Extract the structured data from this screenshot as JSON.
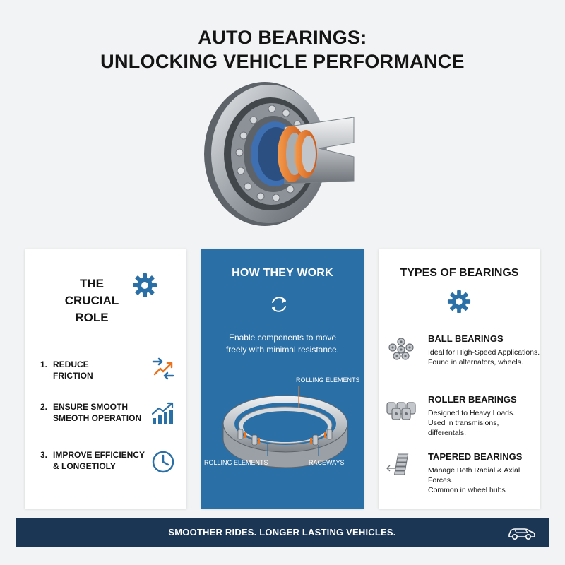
{
  "title": {
    "line1": "AUTO BEARINGS:",
    "line2": "UNLOCKING VEHICLE PERFORMANCE"
  },
  "hero": {
    "icon": "bearing-hero-illustration"
  },
  "crucial_role": {
    "title_line1": "THE CRUCIAL",
    "title_line2": "ROLE",
    "icon": "gear-icon",
    "items": [
      {
        "num": "1.",
        "line1": "REDUCE",
        "line2": "FRICTION",
        "icon": "friction-arrows-icon"
      },
      {
        "num": "2.",
        "line1": "ENSURE SMOOTH",
        "line2": "SMEOTH OPERATION",
        "icon": "growth-chart-icon"
      },
      {
        "num": "3.",
        "line1": "IMPROVE EFFICIENCY",
        "line2": "& LONGETIOLY",
        "icon": "clock-icon"
      }
    ]
  },
  "how_they_work": {
    "title": "HOW THEY WORK",
    "icon": "cycle-arrows-icon",
    "desc_line1": "Enable components to move",
    "desc_line2": "freely with minimal resistance.",
    "diagram": {
      "label_top": "ROLLING ELEMENTS",
      "label_left": "ROLLING ELEMENTS",
      "label_right": "RACEWAYS"
    }
  },
  "types": {
    "title": "TYPES OF BEARINGS",
    "icon": "gear-icon",
    "items": [
      {
        "name": "BALL BEARINGS",
        "desc1": "Ideal for High-Speed Applications.",
        "desc2": "Found in alternators, wheels.",
        "desc3": "",
        "icon": "ball-bearing-icon"
      },
      {
        "name": "ROLLER BEARINGS",
        "desc1": "Designed to Heavy Loads.",
        "desc2": "Used in transmisions,",
        "desc3": "differentals.",
        "icon": "roller-bearing-icon"
      },
      {
        "name": "TAPERED BEARINGS",
        "desc1": "Manage Both Radial & Axial Forces.",
        "desc2": "Common in wheel hubs",
        "desc3": "",
        "icon": "tapered-bearing-icon"
      }
    ]
  },
  "footer": {
    "text": "SMOOTHER RIDES. LONGER LASTING VEHICLES.",
    "icon": "car-icon"
  },
  "colors": {
    "accent_blue": "#2a6fa6",
    "accent_orange": "#e8741f",
    "footer_navy": "#1b3554",
    "background": "#f2f3f4"
  }
}
